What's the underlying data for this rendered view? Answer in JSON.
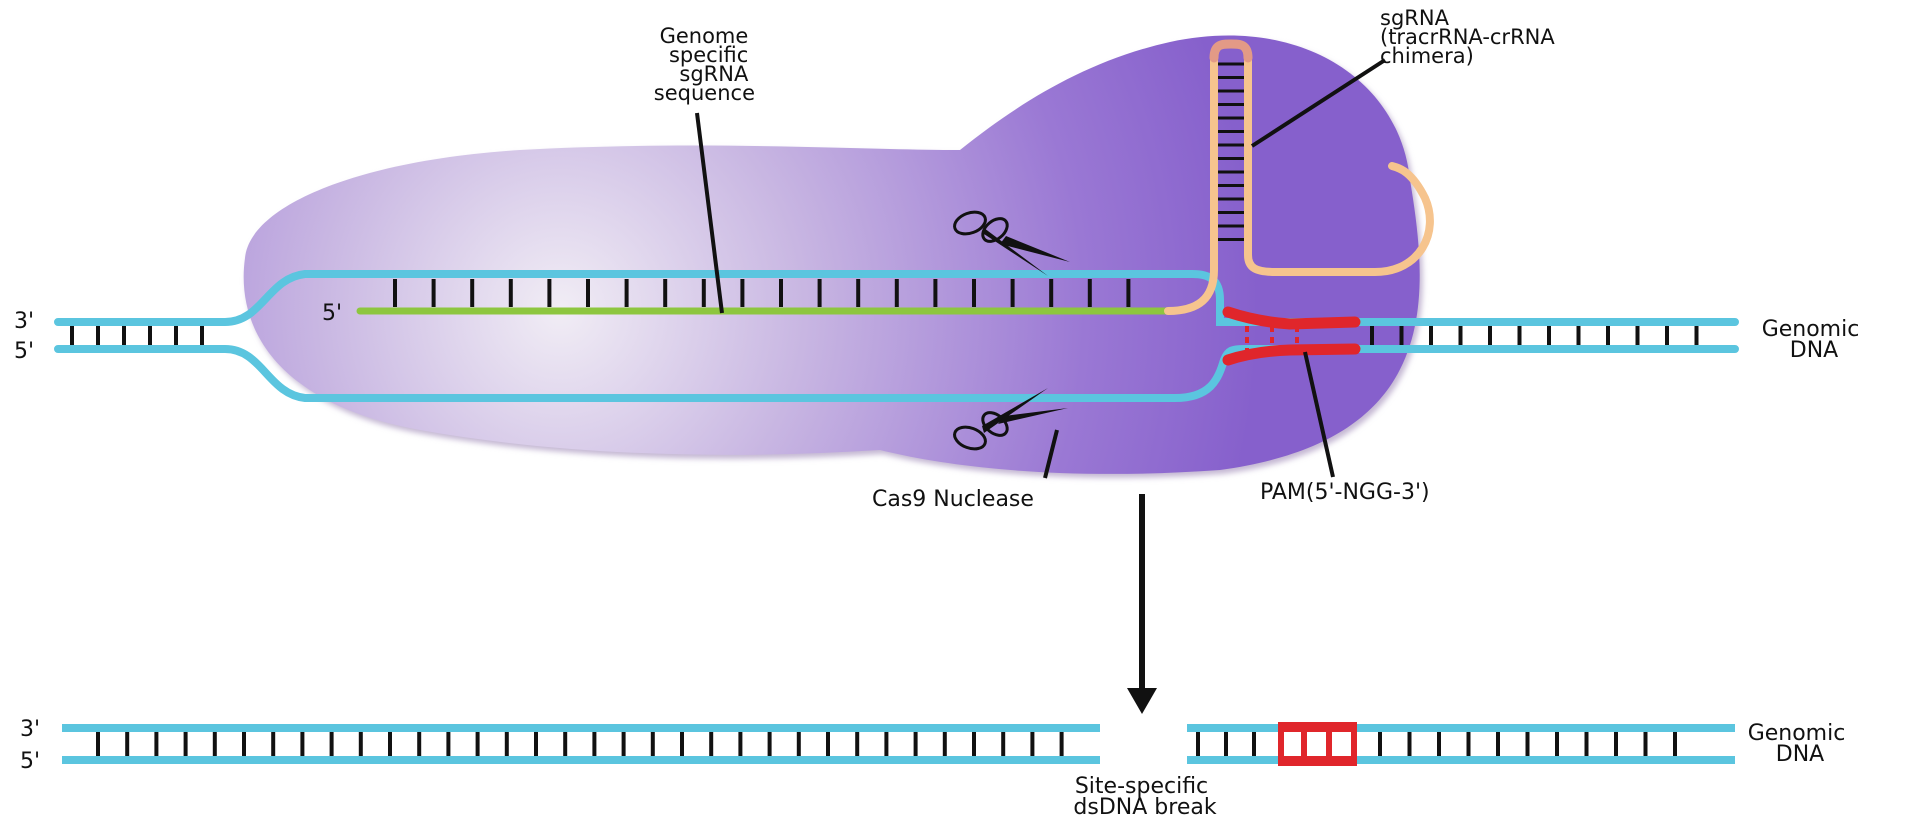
{
  "labels": {
    "genome_specific": [
      "Genome",
      "specific",
      "sgRNA",
      "sequence"
    ],
    "sgrna": [
      "sgRNA",
      "(tracrRNA-crRNA",
      "chimera)"
    ],
    "cas9": "Cas9 Nuclease",
    "pam": "PAM(5'-NGG-3')",
    "genomic_dna_top": [
      "Genomic",
      "DNA"
    ],
    "genomic_dna_bottom": [
      "Genomic",
      "DNA"
    ],
    "break": [
      "Site-specific",
      "dsDNA break"
    ],
    "strand_3_top": "3'",
    "strand_5_top": "5'",
    "strand_5_guide": "5'",
    "strand_3_bottom": "3'",
    "strand_5_bottom": "5'"
  },
  "colors": {
    "dna_strand": "#5bc5df",
    "base_pair": "#111111",
    "guide_rna": "#8dc63f",
    "sgrna_scaffold": "#f6c48e",
    "sgrna_loop": "#e39a86",
    "pam": "#e0262b",
    "cas9_light": "#efeaf6",
    "cas9_dark": "#8b67cf"
  }
}
